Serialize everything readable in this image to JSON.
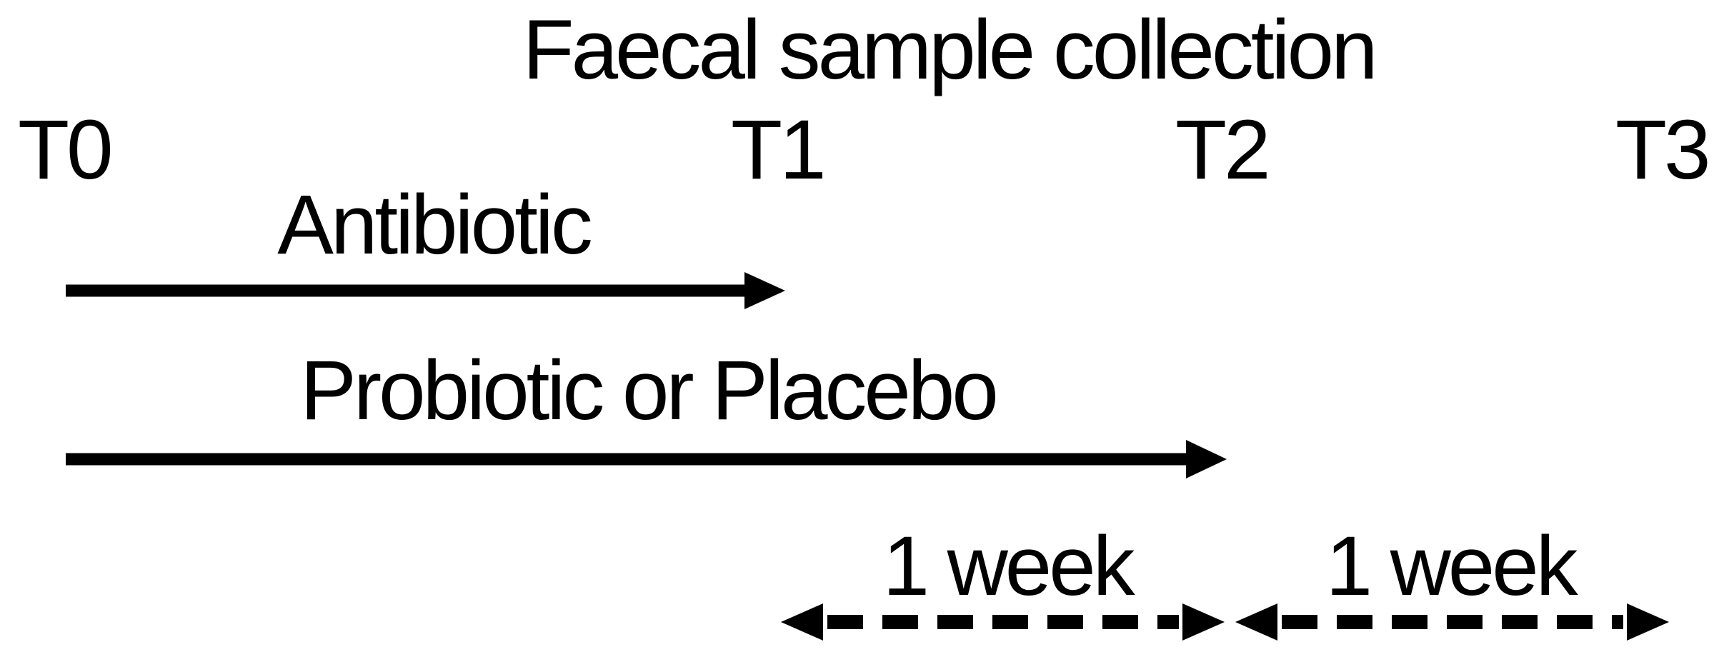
{
  "figure": {
    "title": "Faecal sample collection",
    "timepoints": [
      {
        "label": "T0"
      },
      {
        "label": "T1"
      },
      {
        "label": "T2"
      },
      {
        "label": "T3"
      }
    ],
    "interventions": [
      {
        "label": "Antibiotic",
        "from": "T0",
        "to": "T1",
        "arrow_style": "solid"
      },
      {
        "label": "Probiotic or Placebo",
        "from": "T0",
        "to": "T2",
        "arrow_style": "solid"
      }
    ],
    "intervals": [
      {
        "label": "1 week",
        "from": "T1",
        "to": "T2",
        "arrow_style": "dashed-double-headed"
      },
      {
        "label": "1 week",
        "from": "T2",
        "to": "T3",
        "arrow_style": "dashed-double-headed"
      }
    ],
    "colors": {
      "ink": "#000000",
      "background": "#ffffff"
    }
  }
}
